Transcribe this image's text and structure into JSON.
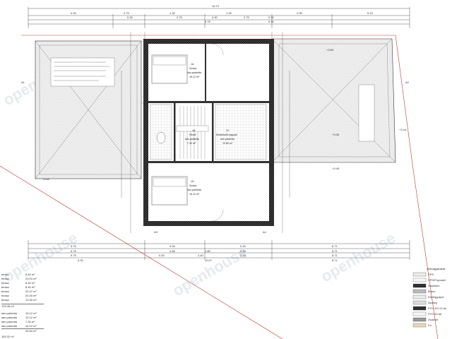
{
  "plan": {
    "top_dims": {
      "row1": [
        "16.70"
      ],
      "row2": [
        "0.30",
        "2.75",
        "1.30",
        "1.25",
        "2.95",
        "5.15"
      ],
      "row3": [
        "0.30",
        "2.75",
        "2.90",
        "2.75",
        "0.30"
      ],
      "row4": [
        "3.75",
        "0.30"
      ]
    },
    "bottom_dims": {
      "row1": [
        "5.75",
        "3.05",
        "0.30",
        "8.71"
      ],
      "row2": [
        "5.75",
        "2.85",
        "1.85",
        "3.30",
        "8.71"
      ],
      "row3": [
        "5.75",
        "0.30",
        "2.40",
        "2.95",
        "8.71"
      ],
      "row4": [
        "5.30",
        "10.07",
        "8.71"
      ]
    },
    "rooms": [
      {
        "id": "1A",
        "name": "Szoba",
        "floor": "lam.parketta",
        "area": "16.12 m²"
      },
      {
        "id": "1B",
        "name": "Fürdő",
        "floor": "lam.parketta",
        "area": "7.30 m²"
      },
      {
        "id": "1C",
        "name": "Közlekedő-nappali",
        "floor": "lam.parketta",
        "area": "10.80 m²"
      },
      {
        "id": "1D",
        "name": "Szoba",
        "floor": "lam.parketta",
        "area": "16.12 m²"
      }
    ],
    "terrace_labels": [
      "+3.60",
      "+3.60",
      "+3.45",
      "+3.44",
      "+3.45"
    ],
    "sections": [
      "A1",
      "A2",
      "A3",
      "A4"
    ]
  },
  "areas": {
    "rows": [
      {
        "label": "terasz",
        "value": "8.40 m²"
      },
      {
        "label": "terasz",
        "value": "29.03 m²"
      },
      {
        "label": "terasz",
        "value": "8.40 m²"
      },
      {
        "label": "terasz",
        "value": "8.40 m²"
      },
      {
        "label": "terasz",
        "value": "20.47 m²"
      },
      {
        "label": "terasz",
        "value": "20.40 m²"
      },
      {
        "label": "terasz",
        "value": "13.30 m²"
      }
    ],
    "sum1": "133.48 m²",
    "rows2": [
      {
        "label": "lam.parketta",
        "value": "16.12 m²"
      },
      {
        "label": "lam.parketta",
        "value": "10.12 m²"
      },
      {
        "label": "lam.parketta",
        "value": "7.30 m²"
      },
      {
        "label": "lam.parketta",
        "value": "16.12 m²"
      }
    ],
    "sum2": "49.84 m²",
    "total": "183.32 m²"
  },
  "legend": {
    "title": "Jelmagyarázat",
    "items": [
      "EPS",
      "XPS/Purpanel",
      "Vasbeton",
      "Beton",
      "Kőzetgyapot",
      "Ásvány",
      "PTH 30+10 fal",
      "PTH 25 fal",
      "Zsalukő",
      "Fa"
    ]
  },
  "watermark": "openhouse"
}
